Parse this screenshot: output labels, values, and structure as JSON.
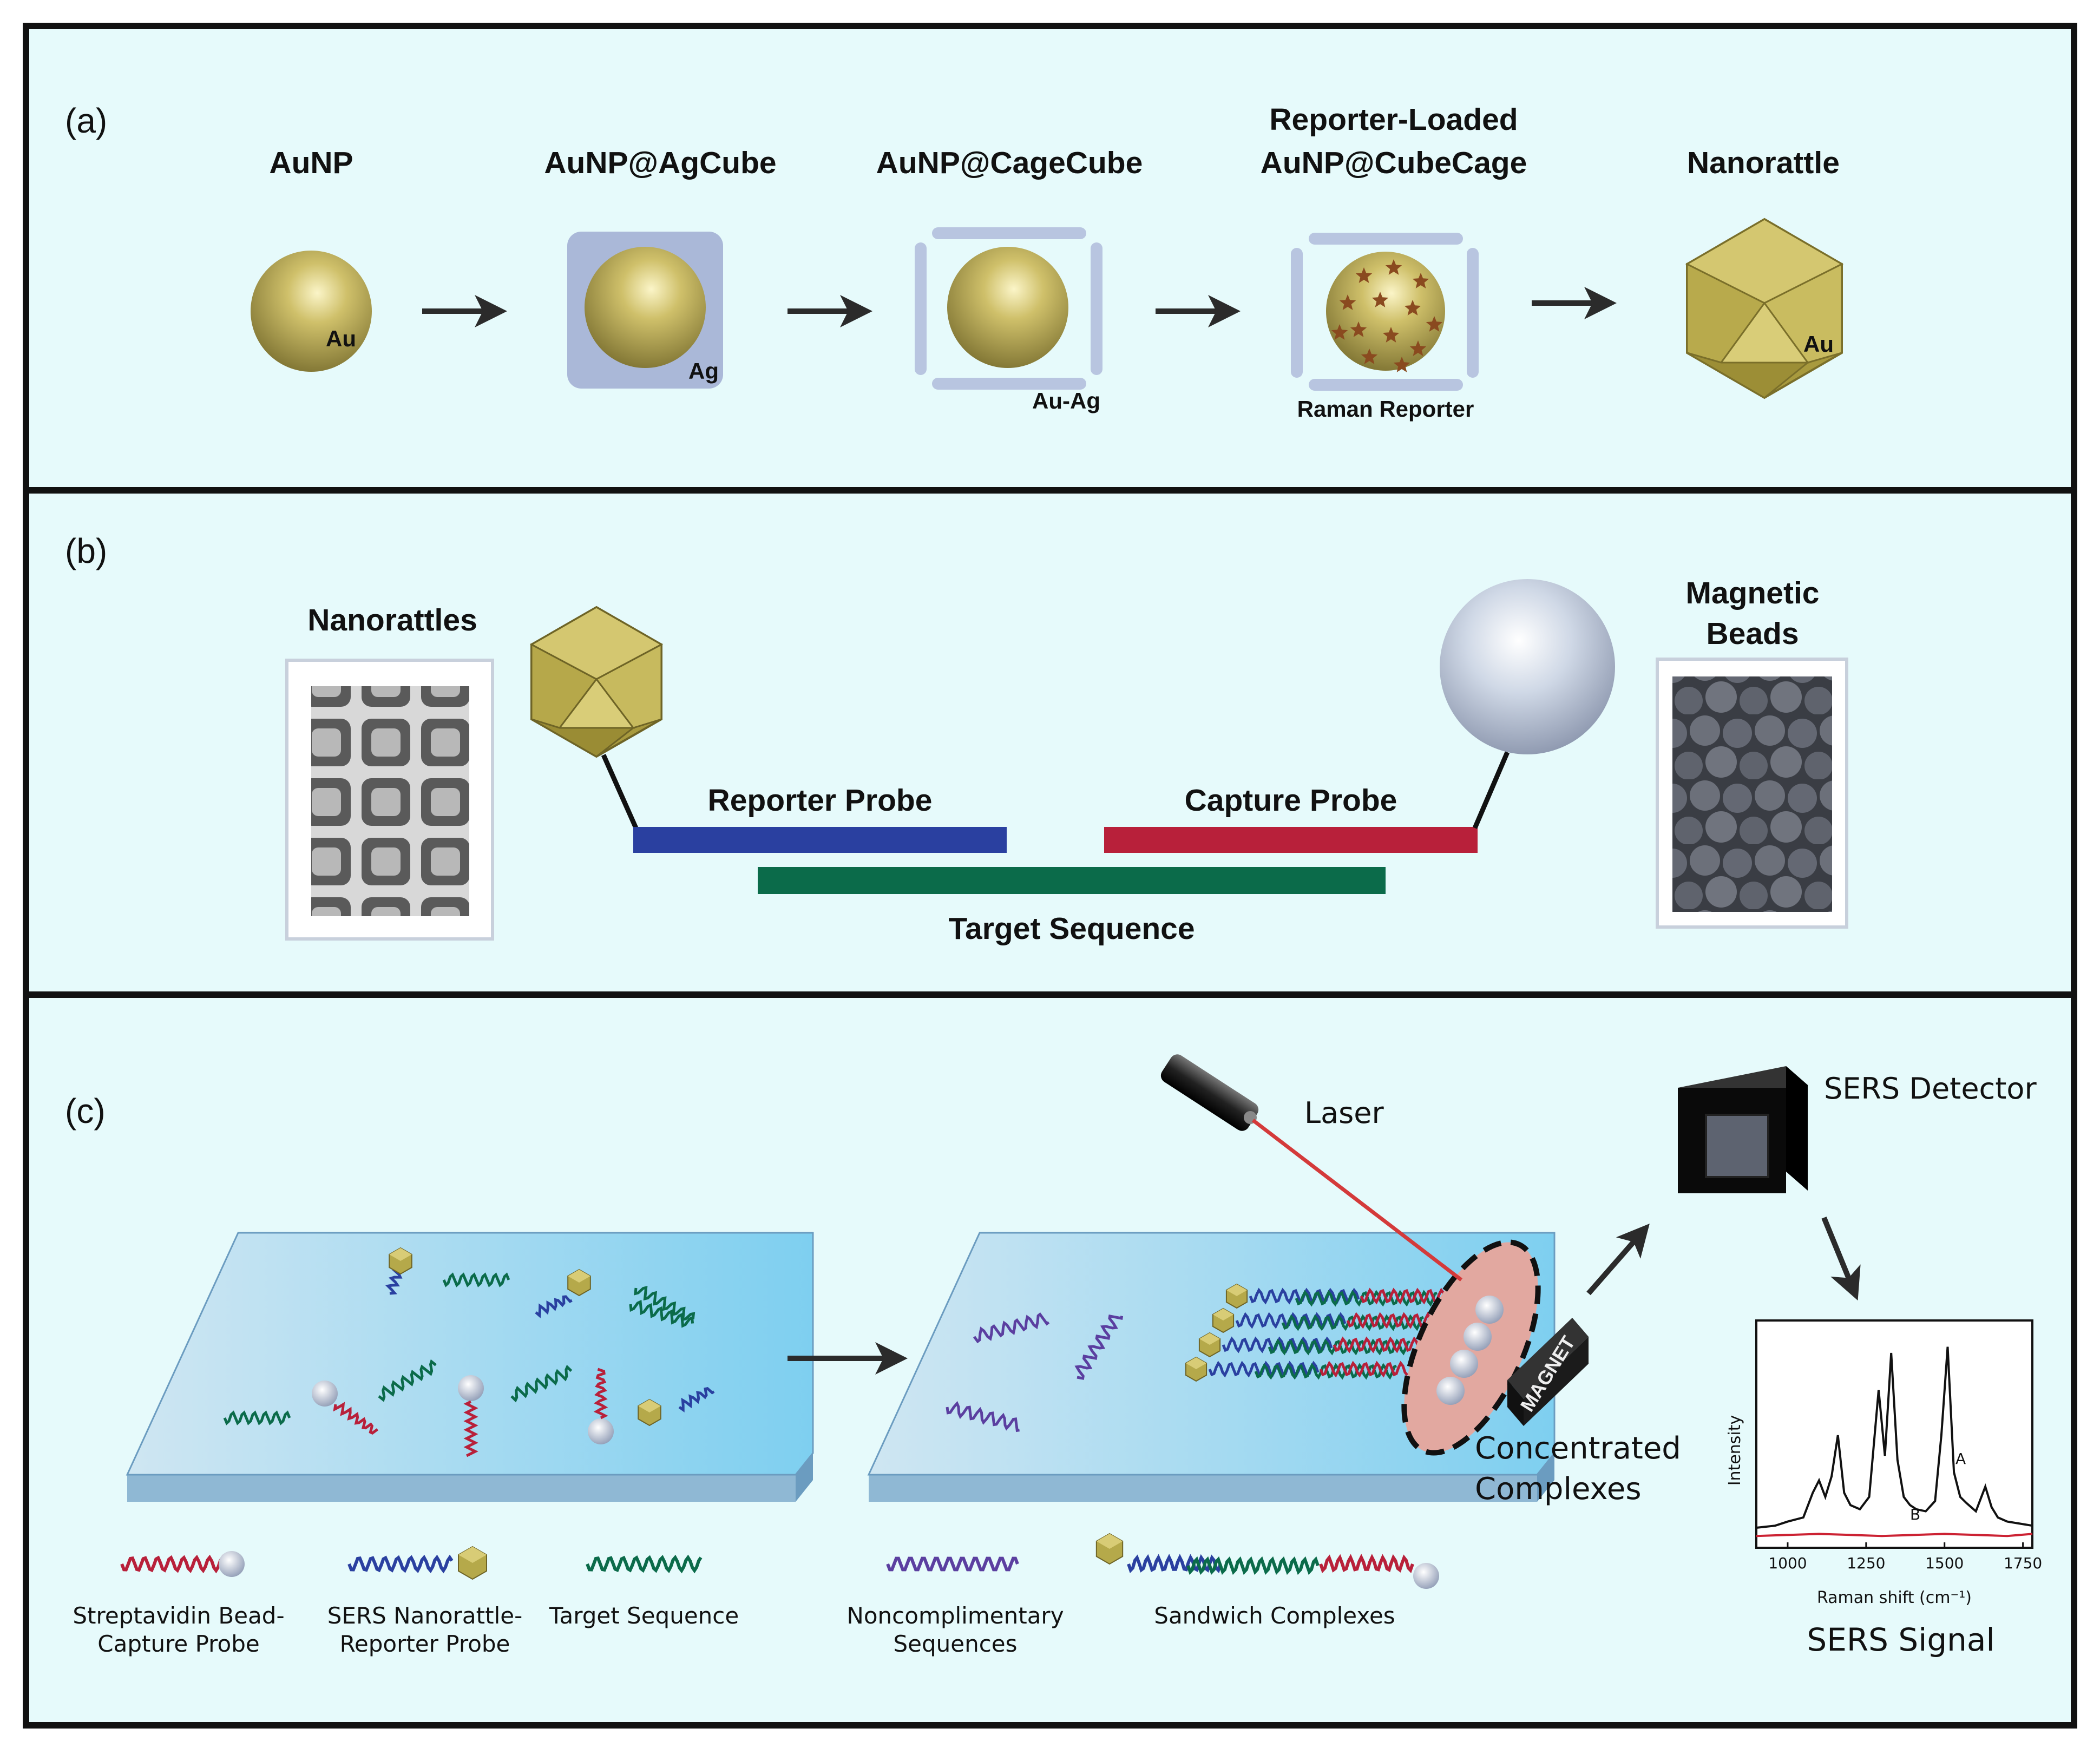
{
  "colors": {
    "panel_bg": "#e6fafb",
    "gold": "#b5a94a",
    "cage": "#b8c5e0",
    "reporter_probe": "#2a40a0",
    "capture_probe": "#b8203a",
    "target_sequence": "#0b6b4a",
    "laser": "#d43a3a",
    "slide": "#9fd8f0",
    "spectrum_a": "#111111",
    "spectrum_b": "#cc2233"
  },
  "panel_a": {
    "id": "(a)",
    "stages": [
      {
        "title": "AuNP",
        "tag": "Au"
      },
      {
        "title": "AuNP@AgCube",
        "tag": "Ag"
      },
      {
        "title": "AuNP@CageCube",
        "tag": "Au-Ag"
      },
      {
        "title_line1": "Reporter-Loaded",
        "title_line2": "AuNP@CubeCage",
        "tag": "Raman Reporter"
      },
      {
        "title": "Nanorattle",
        "tag": "Au"
      }
    ]
  },
  "panel_b": {
    "id": "(b)",
    "nanorattles": "Nanorattles",
    "magnetic_line1": "Magnetic",
    "magnetic_line2": "Beads",
    "reporter_probe": "Reporter Probe",
    "capture_probe": "Capture Probe",
    "target_sequence": "Target Sequence"
  },
  "panel_c": {
    "id": "(c)",
    "laser": "Laser",
    "detector": "SERS Detector",
    "magnet": "MAGNET",
    "concentrated_line1": "Concentrated",
    "concentrated_line2": "Complexes",
    "sers_signal": "SERS Signal",
    "legend": [
      {
        "line1": "Streptavidin Bead-",
        "line2": "Capture Probe"
      },
      {
        "line1": "SERS Nanorattle-",
        "line2": "Reporter Probe"
      },
      {
        "line1": "Target Sequence",
        "line2": ""
      },
      {
        "line1": "Noncomplimentary",
        "line2": "Sequences"
      },
      {
        "line1": "Sandwich Complexes",
        "line2": ""
      }
    ]
  },
  "chart_data": {
    "type": "line",
    "xlabel": "Raman shift (cm⁻¹)",
    "ylabel": "Intensity",
    "xlim": [
      900,
      1780
    ],
    "xticks": [
      1000,
      1250,
      1500,
      1750
    ],
    "series": [
      {
        "name": "A",
        "x": [
          900,
          960,
          1000,
          1050,
          1080,
          1100,
          1120,
          1140,
          1160,
          1180,
          1200,
          1230,
          1260,
          1290,
          1310,
          1330,
          1350,
          1370,
          1390,
          1410,
          1440,
          1470,
          1490,
          1510,
          1530,
          1550,
          1570,
          1600,
          1630,
          1650,
          1670,
          1700,
          1740,
          1780
        ],
        "y": [
          0.05,
          0.06,
          0.08,
          0.1,
          0.22,
          0.28,
          0.2,
          0.3,
          0.5,
          0.22,
          0.16,
          0.14,
          0.2,
          0.72,
          0.4,
          0.9,
          0.38,
          0.2,
          0.16,
          0.14,
          0.13,
          0.18,
          0.5,
          0.93,
          0.32,
          0.2,
          0.17,
          0.13,
          0.25,
          0.15,
          0.1,
          0.08,
          0.07,
          0.06
        ]
      },
      {
        "name": "B",
        "x": [
          900,
          1100,
          1300,
          1500,
          1700,
          1780
        ],
        "y": [
          0.01,
          0.02,
          0.01,
          0.02,
          0.01,
          0.02
        ]
      }
    ]
  }
}
